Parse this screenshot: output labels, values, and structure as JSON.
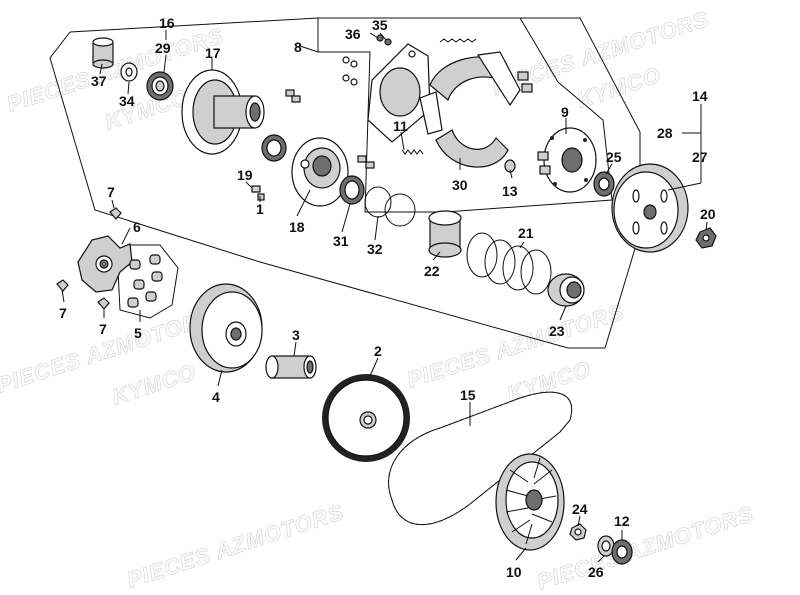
{
  "watermarks": [
    {
      "text": "PIECES AZMOTORS"
    },
    {
      "text": "KYMCO"
    },
    {
      "text": "PIECES AZMOTORS"
    },
    {
      "text": "KYMCO"
    },
    {
      "text": "PIECES AZMOTORS"
    },
    {
      "text": "KYMCO"
    },
    {
      "text": "PIECES AZMOTORS"
    },
    {
      "text": "KYMCO"
    }
  ],
  "callouts": [
    "16",
    "29",
    "17",
    "37",
    "34",
    "36",
    "35",
    "8",
    "9",
    "14",
    "28",
    "27",
    "25",
    "11",
    "13",
    "30",
    "19",
    "1",
    "18",
    "31",
    "32",
    "22",
    "21",
    "20",
    "7",
    "6",
    "7",
    "7",
    "5",
    "4",
    "3",
    "2",
    "15",
    "23",
    "24",
    "12",
    "10",
    "26"
  ]
}
